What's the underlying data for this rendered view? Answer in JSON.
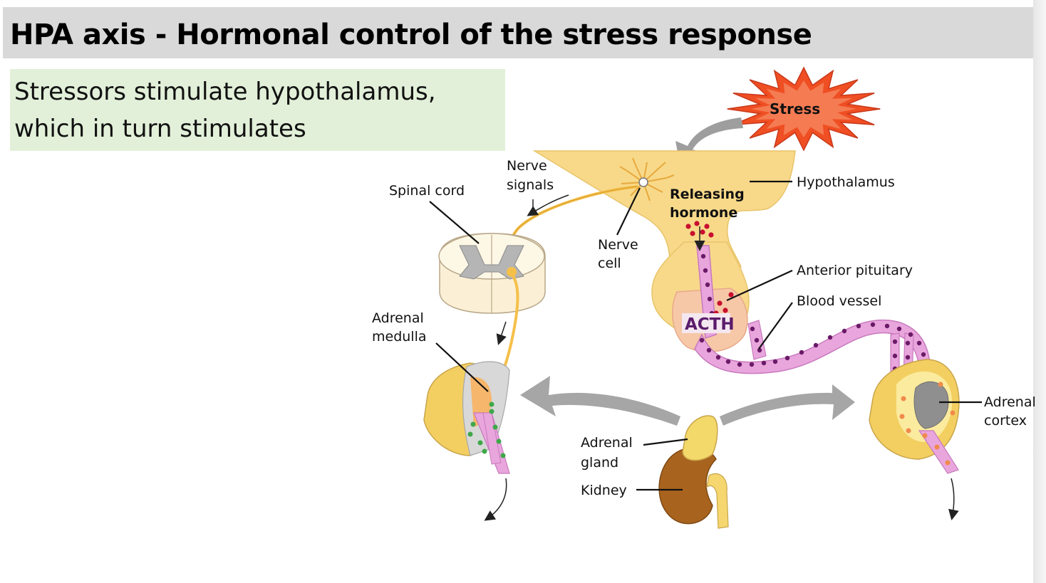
{
  "slide": {
    "title": "HPA axis - Hormonal control of the stress response",
    "text_lines": [
      "Stressors stimulate hypothalamus,",
      "which in turn stimulates"
    ]
  },
  "diagram": {
    "labels": {
      "stress": "Stress",
      "nerve_signals": [
        "Nerve",
        "signals"
      ],
      "spinal_cord": "Spinal cord",
      "releasing_hormone": [
        "Releasing",
        "hormone"
      ],
      "hypothalamus": "Hypothalamus",
      "nerve_cell": [
        "Nerve",
        "cell"
      ],
      "anterior_pituitary": "Anterior pituitary",
      "blood_vessel": "Blood vessel",
      "acth": "ACTH",
      "adrenal_medulla": [
        "Adrenal",
        "medulla"
      ],
      "adrenal_gland": [
        "Adrenal",
        "gland"
      ],
      "kidney": "Kidney",
      "adrenal_cortex": [
        "Adrenal",
        "cortex"
      ]
    },
    "colors": {
      "title_bar": "#d9d9d9",
      "text_box": "#e2f0d9",
      "stress_burst": "#f04e23",
      "hypothalamus": "#f8d98a",
      "pituitary": "#f6c8a8",
      "blood_vessel": "#e9a6dd",
      "vessel_dots": "#6a1a66",
      "hormone_dots": "#c8102e",
      "kidney": "#a8641e",
      "adrenal_cortex_tissue": "#f3cf61",
      "grey_arrow": "#a6a6a6"
    }
  }
}
